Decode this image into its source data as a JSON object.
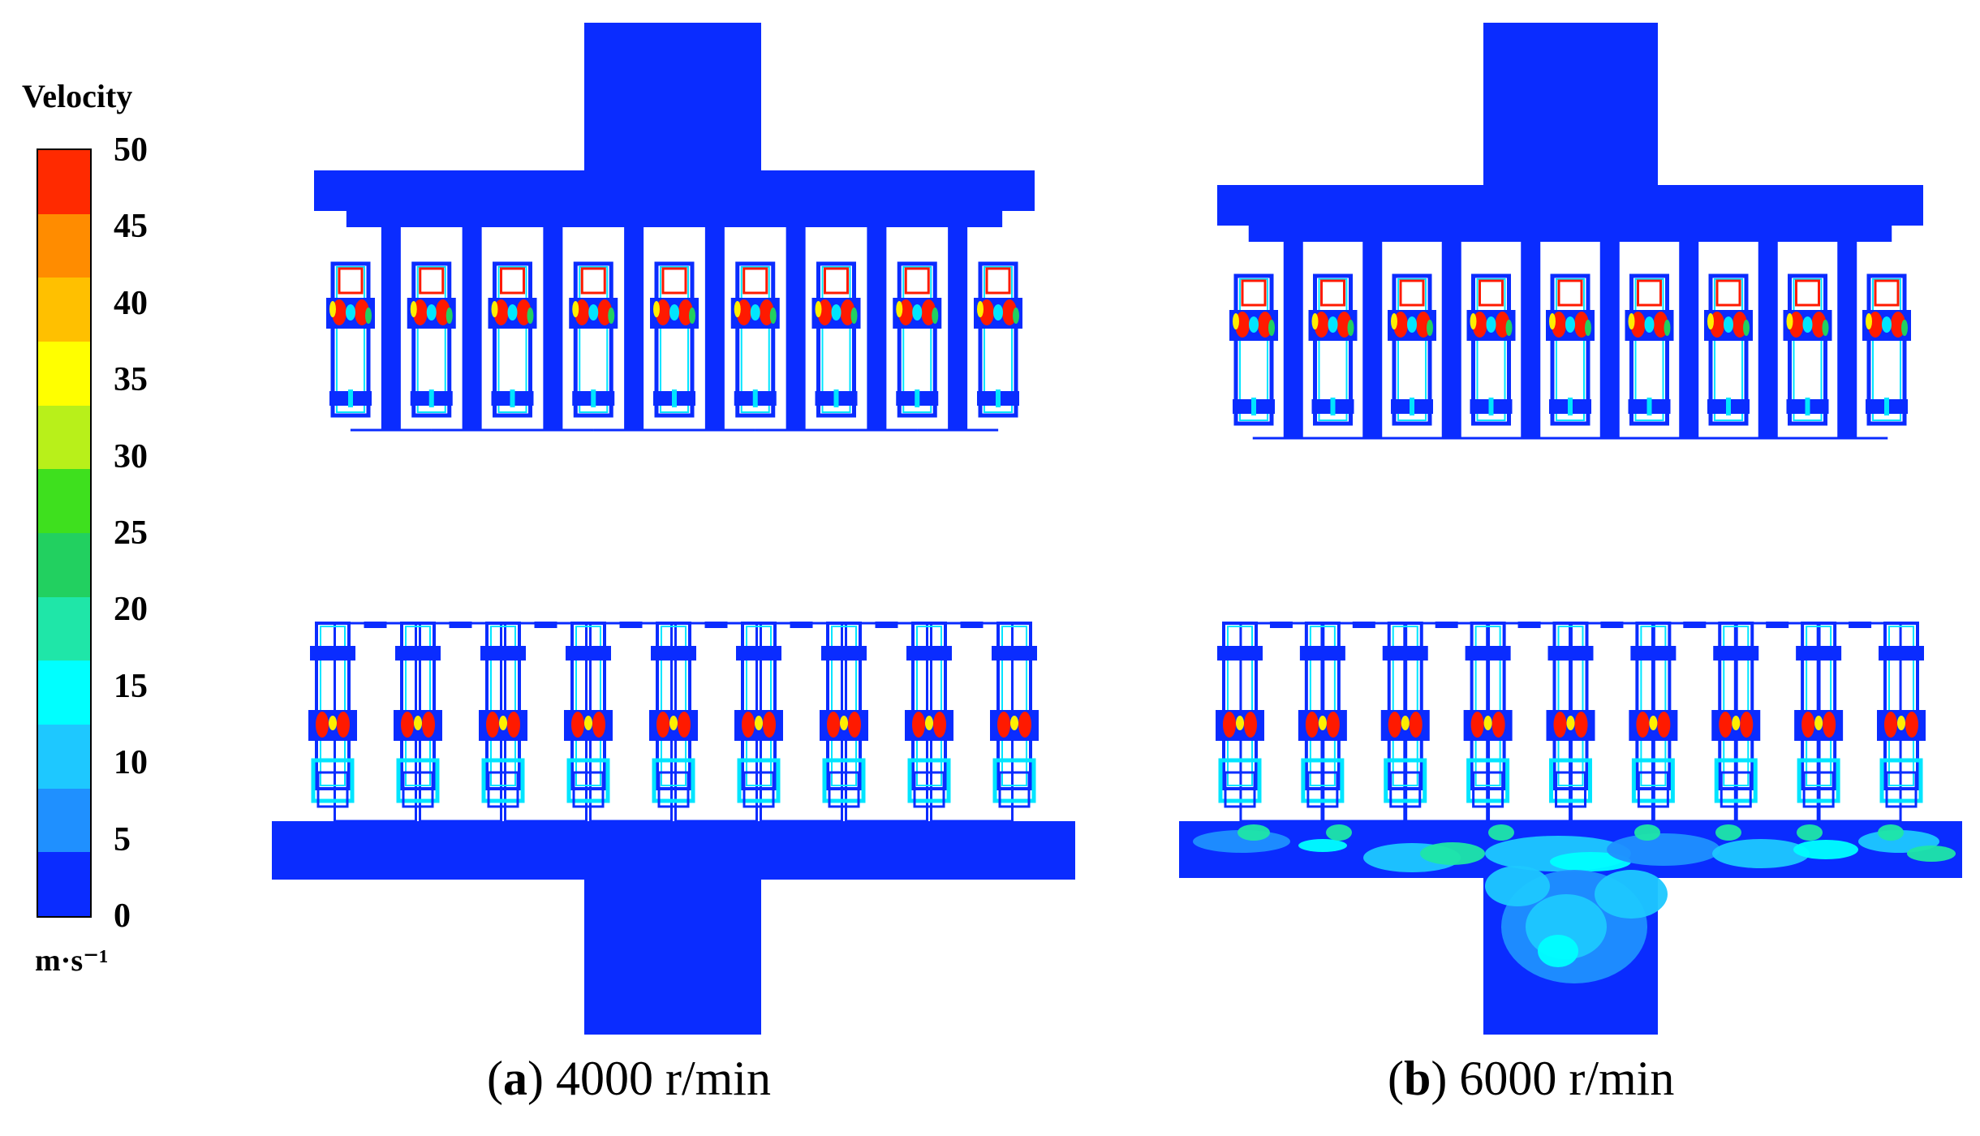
{
  "legend": {
    "title": "Velocity",
    "unit": "m·s⁻¹",
    "ticks": [
      "50",
      "45",
      "40",
      "35",
      "30",
      "25",
      "20",
      "15",
      "10",
      "5",
      "0"
    ],
    "colors": [
      "#0a2cff",
      "#1f90ff",
      "#1ec8ff",
      "#00ffff",
      "#1fe6a8",
      "#22d060",
      "#3ee01e",
      "#b8f01a",
      "#ffff00",
      "#ffc000",
      "#ff8c00",
      "#ff2a00"
    ]
  },
  "captions": {
    "a": {
      "letter": "a",
      "text": "4000 r/min"
    },
    "b": {
      "letter": "b",
      "text": "6000 r/min"
    }
  },
  "colors": {
    "flow_blue": "#0a2cff",
    "hot_red": "#ff1a00",
    "cyan": "#00e5ff",
    "green": "#22d060",
    "yellow": "#ffee00"
  }
}
